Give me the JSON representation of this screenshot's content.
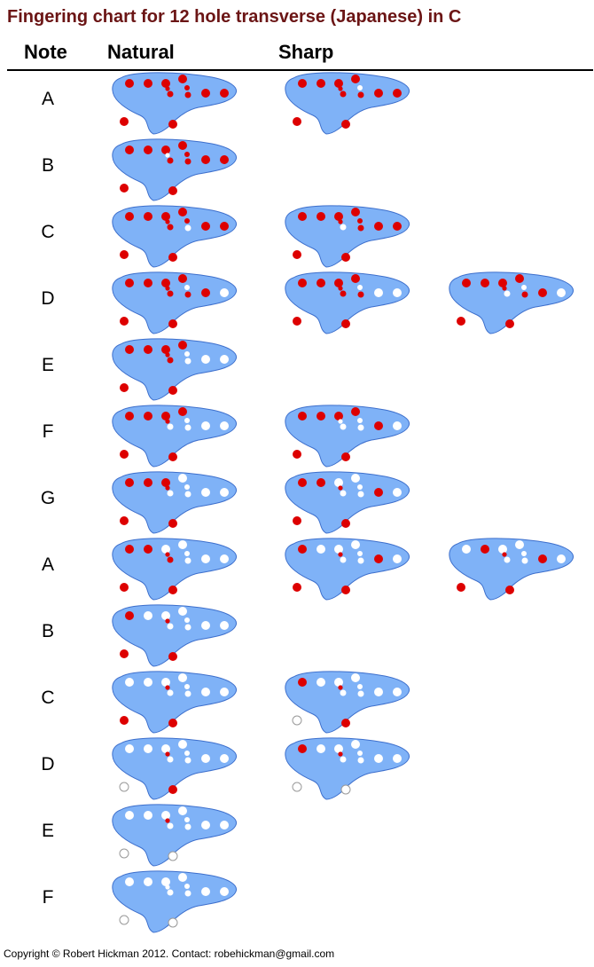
{
  "title": "Fingering chart for 12 hole transverse (Japanese) in C",
  "headers": {
    "note": "Note",
    "natural": "Natural",
    "sharp": "Sharp"
  },
  "colors": {
    "title": "#6b1515",
    "body_fill": "#7fb2f7",
    "body_stroke": "#3d6fcc",
    "closed_hole": "#dd0000",
    "open_hole": "#ffffff",
    "open_hole_outline": "#999999"
  },
  "hole_order": [
    "top1",
    "top2",
    "top3",
    "top4",
    "top5",
    "top6",
    "top7",
    "top8",
    "top9",
    "top10",
    "thumb_left",
    "thumb_right"
  ],
  "rows": [
    {
      "note": "A",
      "natural": [
        1,
        1,
        1,
        1,
        1,
        1,
        1,
        1,
        1,
        1,
        1,
        1
      ],
      "sharp": [
        [
          1,
          1,
          1,
          1,
          0,
          1,
          1,
          1,
          1,
          1,
          1,
          1
        ]
      ]
    },
    {
      "note": "B",
      "natural": [
        1,
        1,
        1,
        1,
        1,
        0,
        1,
        1,
        1,
        1,
        1,
        1
      ],
      "sharp": []
    },
    {
      "note": "C",
      "natural": [
        1,
        1,
        1,
        1,
        1,
        1,
        0,
        1,
        1,
        1,
        1,
        1
      ],
      "sharp": [
        [
          1,
          1,
          1,
          1,
          1,
          1,
          1,
          0,
          1,
          1,
          1,
          1
        ]
      ]
    },
    {
      "note": "D",
      "natural": [
        1,
        1,
        1,
        1,
        0,
        1,
        1,
        1,
        1,
        0,
        1,
        1
      ],
      "sharp": [
        [
          1,
          1,
          1,
          1,
          0,
          1,
          1,
          1,
          0,
          0,
          1,
          1
        ],
        [
          1,
          1,
          1,
          1,
          0,
          1,
          1,
          0,
          1,
          0,
          1,
          1
        ]
      ]
    },
    {
      "note": "E",
      "natural": [
        1,
        1,
        1,
        1,
        0,
        1,
        0,
        1,
        0,
        0,
        1,
        1
      ],
      "sharp": []
    },
    {
      "note": "F",
      "natural": [
        1,
        1,
        1,
        1,
        0,
        1,
        0,
        0,
        0,
        0,
        1,
        1
      ],
      "sharp": [
        [
          1,
          1,
          1,
          1,
          0,
          0,
          0,
          0,
          1,
          0,
          1,
          1
        ]
      ]
    },
    {
      "note": "G",
      "natural": [
        1,
        1,
        1,
        0,
        0,
        1,
        0,
        0,
        0,
        0,
        1,
        1
      ],
      "sharp": [
        [
          1,
          1,
          0,
          0,
          0,
          1,
          0,
          0,
          1,
          0,
          1,
          1
        ]
      ]
    },
    {
      "note": "A",
      "natural": [
        1,
        1,
        0,
        0,
        0,
        1,
        0,
        1,
        0,
        0,
        1,
        1
      ],
      "sharp": [
        [
          1,
          0,
          0,
          0,
          0,
          1,
          0,
          0,
          1,
          0,
          1,
          1
        ],
        [
          0,
          1,
          0,
          0,
          0,
          1,
          0,
          0,
          1,
          0,
          1,
          1
        ]
      ]
    },
    {
      "note": "B",
      "natural": [
        1,
        0,
        0,
        0,
        0,
        1,
        0,
        0,
        0,
        0,
        1,
        1
      ],
      "sharp": []
    },
    {
      "note": "C",
      "natural": [
        0,
        0,
        0,
        0,
        0,
        1,
        0,
        0,
        0,
        0,
        1,
        1
      ],
      "sharp": [
        [
          1,
          0,
          0,
          0,
          0,
          1,
          0,
          0,
          0,
          0,
          0,
          1
        ]
      ]
    },
    {
      "note": "D",
      "natural": [
        0,
        0,
        0,
        0,
        0,
        1,
        0,
        0,
        0,
        0,
        0,
        1
      ],
      "sharp": [
        [
          1,
          0,
          0,
          0,
          0,
          1,
          0,
          0,
          0,
          0,
          0,
          0
        ]
      ]
    },
    {
      "note": "E",
      "natural": [
        0,
        0,
        0,
        0,
        0,
        1,
        0,
        0,
        0,
        0,
        0,
        0
      ],
      "sharp": []
    },
    {
      "note": "F",
      "natural": [
        0,
        0,
        0,
        0,
        0,
        0,
        0,
        0,
        0,
        0,
        0,
        0
      ],
      "sharp": []
    }
  ],
  "footer": "Copyright © Robert Hickman 2012. Contact: robehickman@gmail.com"
}
